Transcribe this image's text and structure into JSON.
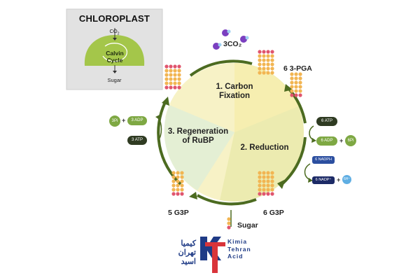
{
  "inset": {
    "title": "CHLOROPLAST",
    "co2": "CO",
    "co2_sub": "2",
    "calvin_line1": "Calvin",
    "calvin_line2": "Cycle",
    "sugar": "Sugar"
  },
  "stages": {
    "carbon_fixation_line1": "1. Carbon",
    "carbon_fixation_line2": "Fixation",
    "reduction": "2. Reduction",
    "regeneration_line1": "3. Regeneration",
    "regeneration_line2": "of RuBP"
  },
  "molecules": {
    "co2": "3CO₂",
    "pga": "6 3-PGA",
    "g3p_right": "6 G3P",
    "g3p_left": "5 G3P",
    "sugar": "Sugar"
  },
  "cofactors": {
    "atp_in": "6 ATP",
    "adp_out": "6 ADP",
    "pi_out": "6Pi",
    "nadph_in": "6 NADPH",
    "nadp_out": "6 NADP⁺",
    "h_out": "6H⁺",
    "regen_pi": "3Pi",
    "regen_adp": "3 ADP",
    "regen_atp": "3 ATP",
    "plus": "+"
  },
  "logo": {
    "en_line1": "Kimia",
    "en_line2": "Tehran",
    "en_line3": "Acid",
    "fa_line1": "کیمیا",
    "fa_line2": "تهران",
    "fa_line3": "اسید"
  },
  "colors": {
    "cycle_ring": "#4c6b20",
    "fixation_fill": "#f6eeb0",
    "reduction_fill": "#ecebb0",
    "regeneration_fill": "#e4efd4",
    "bead_orange": "#f2b552",
    "bead_red": "#e0556e",
    "inset_bg": "#e2e2e2",
    "calvin_blob": "#a4c64a",
    "logo_blue": "#1f3b86",
    "logo_red": "#d9343a"
  }
}
